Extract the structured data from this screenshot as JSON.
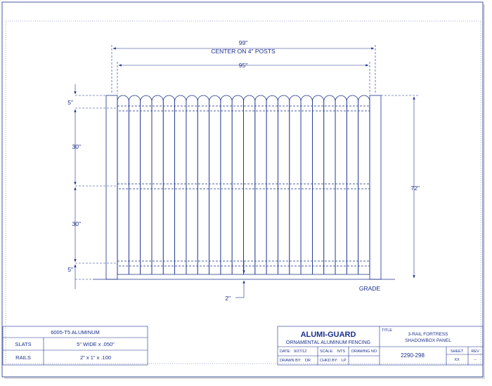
{
  "dimensions": {
    "overall": "99\"",
    "overall_note": "CENTER ON 4\" POSTS",
    "inner": "95\"",
    "top_gap": "5\"",
    "upper_span": "30\"",
    "lower_span": "30\"",
    "bottom_gap": "5\"",
    "height": "72\"",
    "ground_gap": "2\"",
    "grade": "GRADE"
  },
  "materials": {
    "header": "6005-T5 ALUMINUM",
    "rows": [
      {
        "label": "SLATS",
        "value": "5\" WIDE x .050\""
      },
      {
        "label": "RAILS",
        "value": "2\" x 1\" x .100"
      }
    ]
  },
  "title_block": {
    "company": "ALUMI-GUARD",
    "subtitle": "ORNAMENTAL ALUMINUM FENCING",
    "title_label": "TITLE",
    "title_line1": "3-RAIL FORTRESS",
    "title_line2": "SHADOWBOX PANEL",
    "date_label": "DATE:",
    "date_value": "9/27/12",
    "scale_label": "SCALE:",
    "scale_value": "NTS",
    "drawn_label": "DRAWN BY:",
    "drawn_value": "DR",
    "chkd_label": "CHKD BY:",
    "chkd_value": "LP",
    "drawing_no_label": "DRAWING NO",
    "drawing_no_value": "2290-298",
    "sheet_label": "SHEET",
    "sheet_value": "XX",
    "rev_label": "REV",
    "rev_value": "--"
  },
  "colors": {
    "line": "#1a2f8a",
    "paper": "#ffffff"
  }
}
